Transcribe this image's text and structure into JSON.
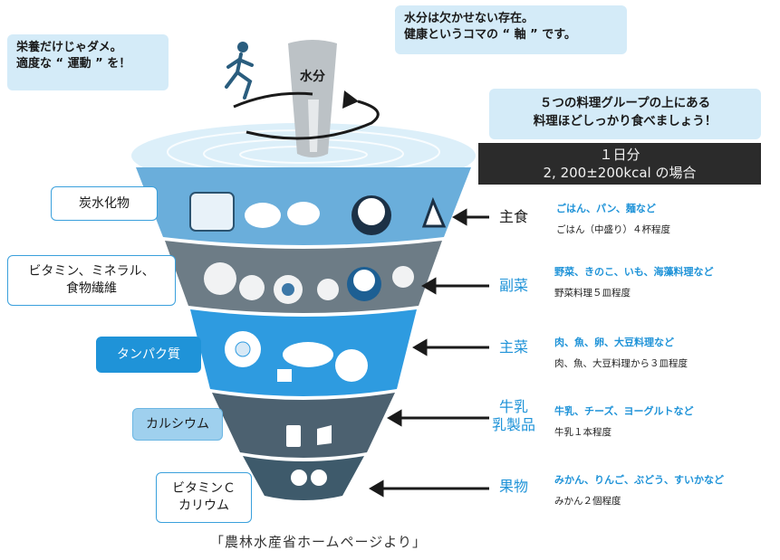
{
  "bubbles": {
    "exercise": [
      "栄養だけじゃダメ。",
      "適度な “ 運動 ” を！"
    ],
    "water": [
      "水分は欠かせない存在。",
      "健康というコマの “ 軸 ” です。"
    ],
    "guide": [
      "５つの料理グループの上にある",
      "料理ほどしっかり食べましょう！"
    ]
  },
  "water_cup_label": "水分",
  "daily": {
    "title": "１日分",
    "calories": "2, 200±200kcal の場合"
  },
  "tiers": [
    {
      "nutrient": "炭水化物",
      "group": "主食",
      "examples": "ごはん、パン、麺など",
      "amount": "ごはん（中盛り）４杯程度"
    },
    {
      "nutrient": "ビタミン、ミネラル、\n食物繊維",
      "group": "副菜",
      "examples": "野菜、きのこ、いも、海藻料理など",
      "amount": "野菜料理５皿程度"
    },
    {
      "nutrient": "タンパク質",
      "group": "主菜",
      "examples": "肉、魚、卵、大豆料理など",
      "amount": "肉、魚、大豆料理から３皿程度"
    },
    {
      "nutrient": "カルシウム",
      "group": "牛乳\n乳製品",
      "examples": "牛乳、チーズ、ヨーグルトなど",
      "amount": "牛乳１本程度"
    },
    {
      "nutrient": "ビタミンＣ\nカリウム",
      "group": "果物",
      "examples": "みかん、りんご、ぶどう、すいかなど",
      "amount": "みかん２個程度"
    }
  ],
  "caption": "「農林水産省ホームページより」",
  "colors": {
    "tier1": "#6aaedb",
    "tier2": "#6d7c86",
    "tier3": "#2e9be0",
    "tier4": "#4c6170",
    "tier5": "#3e5a6b",
    "accent": "#1f93d8",
    "bubble": "#d4ebf8"
  }
}
